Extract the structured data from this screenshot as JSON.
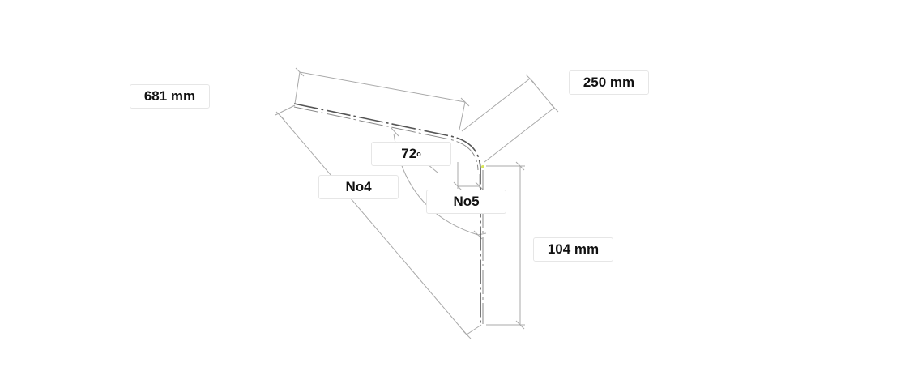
{
  "labels": {
    "length_top": "681 mm",
    "length_diag": "250 mm",
    "angle_value": "72",
    "angle_unit": "o",
    "tag_no4": "No4",
    "tag_no5": "No5",
    "length_vertical": "104 mm"
  },
  "colors": {
    "dimension_line": "#a9a9a9",
    "profile": "#555555",
    "accent_point": "#d8e65a"
  }
}
